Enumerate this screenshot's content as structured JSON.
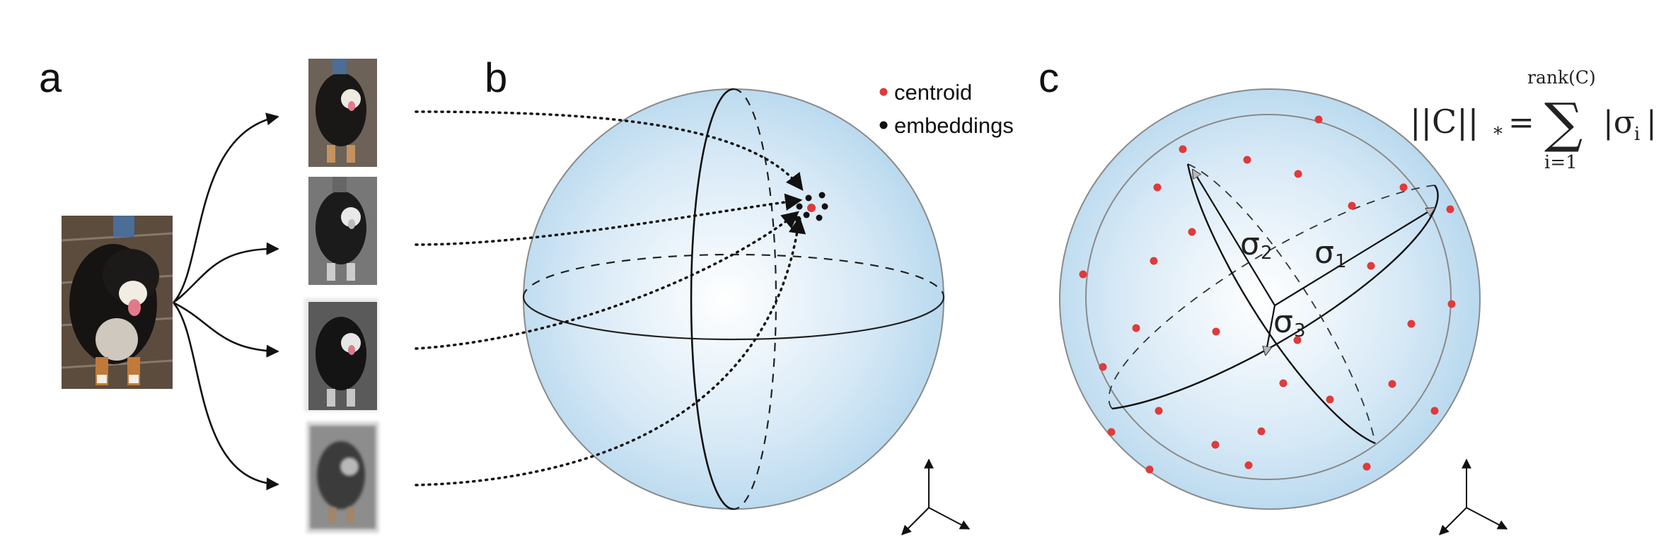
{
  "panels": {
    "a": {
      "label": "a"
    },
    "b": {
      "label": "b",
      "legend": [
        {
          "text": "centroid",
          "color": "#e03a3a"
        },
        {
          "text": "embeddings",
          "color": "#111111"
        }
      ]
    },
    "c": {
      "label": "c",
      "sigma_labels": [
        {
          "symbol": "σ",
          "sub": "2"
        },
        {
          "symbol": "σ",
          "sub": "1"
        },
        {
          "symbol": "σ",
          "sub": "3"
        }
      ],
      "formula": {
        "lhs": "||C||",
        "lhs_sub": "*",
        "equals": "=",
        "sum": "∑",
        "upper": "rank(C)",
        "lower": "i=1",
        "term": "|σ",
        "term_sub": "i",
        "term_end": "|"
      }
    }
  },
  "colors": {
    "sphere_edge": "#8a8a8a",
    "sphere_light": "#ffffff",
    "sphere_dark": "#a8d0ea",
    "point_red": "#e03a3a",
    "point_black": "#111111",
    "arrow_head": "#b8b8b8"
  },
  "icons": [
    "dog-photo",
    "axes-icon"
  ]
}
